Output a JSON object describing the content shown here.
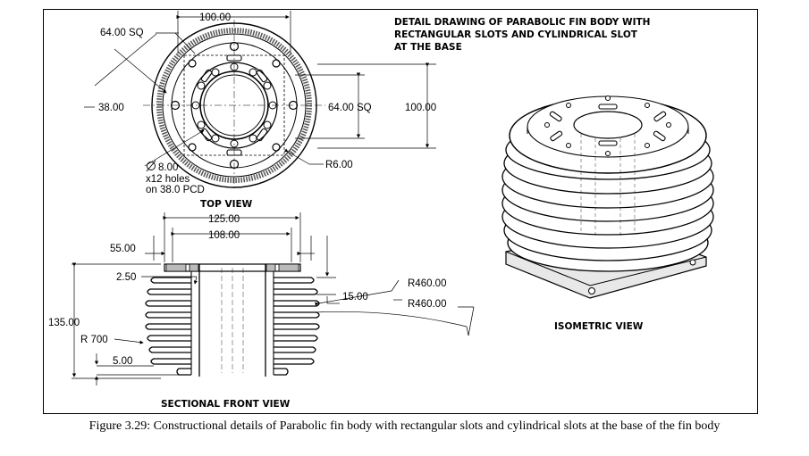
{
  "title_lines": [
    "DETAIL DRAWING OF PARABOLIC FIN BODY WITH",
    "RECTANGULAR SLOTS AND CYLINDRICAL SLOT",
    "AT THE BASE"
  ],
  "top_view": {
    "label": "TOP VIEW",
    "dims": {
      "width_top": "100.00",
      "square_left": "64.00 SQ",
      "radius_38": "38.00",
      "square_right": "64.00 SQ",
      "height_right": "100.00",
      "corner_radius": "R6.00",
      "hole_diameter": "8.00",
      "holes_count": "x12 holes",
      "holes_pcd": "on 38.0 PCD"
    }
  },
  "front_view": {
    "label": "SECTIONAL FRONT VIEW",
    "dims": {
      "outer_width": "125.00",
      "inner_width": "108.00",
      "flange": "55.00",
      "thickness": "2.50",
      "fin_gap": "15.00",
      "fin_radius_1": "R460.00",
      "fin_radius_2": "R460.00",
      "height": "135.00",
      "base_radius": "R 700",
      "bottom": "5.00"
    }
  },
  "isometric_view": {
    "label": "ISOMETRIC VIEW"
  },
  "caption": "Figure 3.29: Constructional details of Parabolic fin body with rectangular slots and cylindrical slots at the base of the fin body"
}
